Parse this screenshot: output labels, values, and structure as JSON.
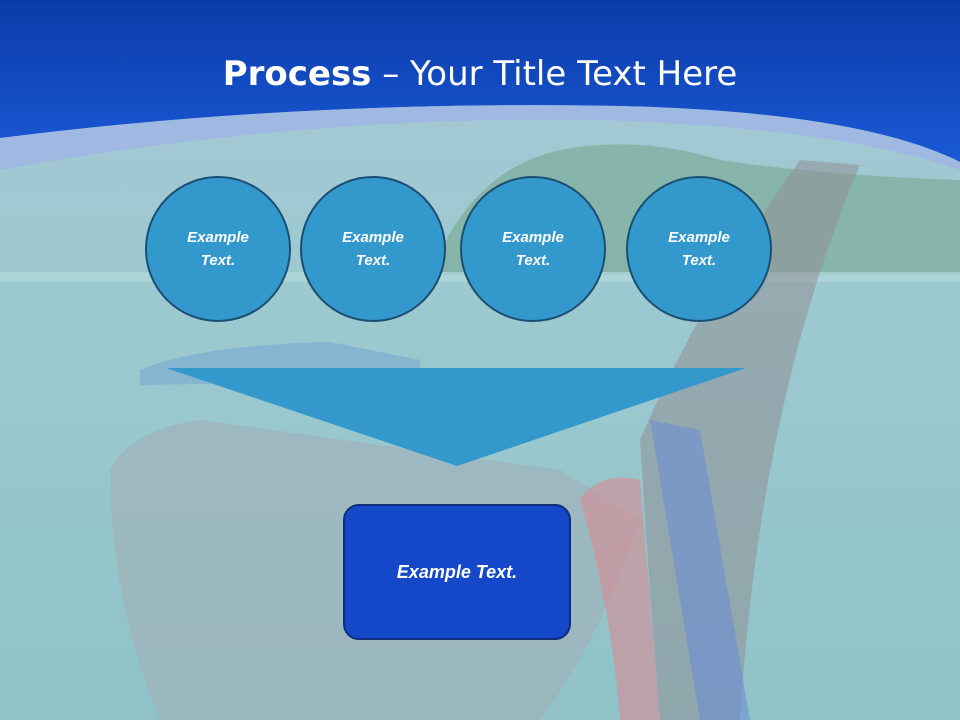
{
  "slide": {
    "title_bold": "Process",
    "title_rest": " – Your Title Text Here"
  },
  "circles": [
    {
      "text": "Example Text."
    },
    {
      "text": "Example Text."
    },
    {
      "text": "Example Text."
    },
    {
      "text": "Example Text."
    }
  ],
  "result_box": {
    "text": "Example Text."
  },
  "colors": {
    "header_blue": "#1448c8",
    "circle_fill": "#3399cc",
    "circle_border": "#1a4f72",
    "funnel_fill": "#3399cc",
    "box_fill": "#1448c8"
  }
}
